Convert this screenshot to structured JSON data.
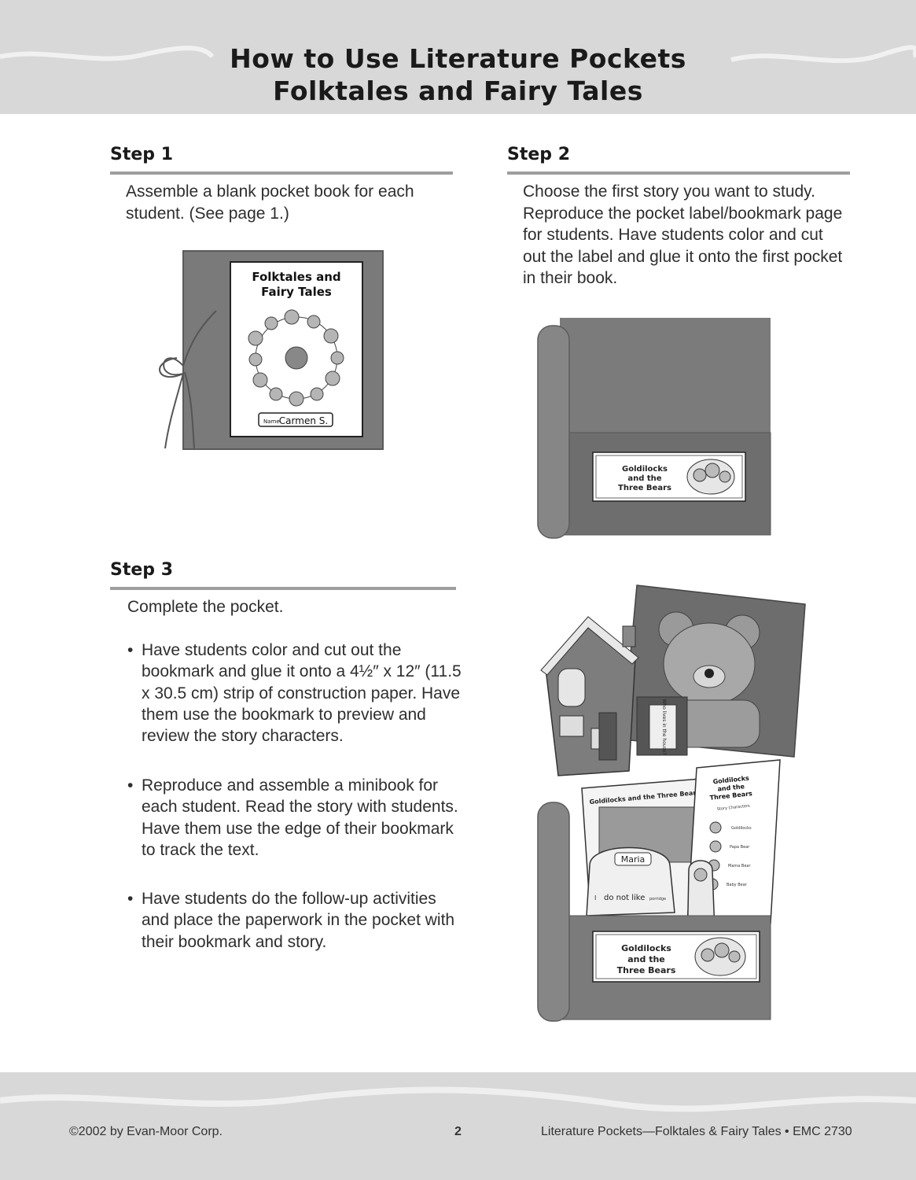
{
  "header": {
    "title_line1": "How to Use Literature Pockets",
    "title_line2": "Folktales and Fairy Tales"
  },
  "step1": {
    "heading": "Step 1",
    "text": "Assemble a blank pocket book for each student. (See page 1.)",
    "cover_title_line1": "Folktales and",
    "cover_title_line2": "Fairy Tales",
    "cover_name": "Carmen S."
  },
  "step2": {
    "heading": "Step 2",
    "text": "Choose the first story you want to study. Reproduce the pocket label/bookmark page for students. Have students color and cut out the label and glue it onto the first pocket in their book.",
    "label_line1": "Goldilocks",
    "label_line2": "and the",
    "label_line3": "Three Bears"
  },
  "step3": {
    "heading": "Step 3",
    "intro": "Complete the pocket.",
    "bullets": [
      "Have students color and cut out the bookmark and glue it onto a 4½″ x 12″ (11.5 x 30.5 cm) strip of construction paper. Have them use the bookmark to preview and review the story characters.",
      "Reproduce and assemble a minibook for each student. Read the story with students. Have them use the edge of their bookmark to track the text.",
      "Have students do the follow-up activities and place the paperwork in the pocket with their bookmark and story."
    ],
    "photo": {
      "house_note": "Who lives in the house?",
      "minibook_title": "Goldilocks and the Three Bears",
      "bookmark_title_line1": "Goldilocks",
      "bookmark_title_line2": "and the",
      "bookmark_title_line3": "Three Bears",
      "bookmark_subtitle": "Story Characters",
      "bookmark_items": [
        "Goldilocks",
        "Papa Bear",
        "Mama Bear",
        "Baby Bear"
      ],
      "worksheet_name": "Maria",
      "worksheet_line_start": "I",
      "worksheet_line_words": "do not like",
      "worksheet_line_end": "porridge",
      "label_line1": "Goldilocks",
      "label_line2": "and the",
      "label_line3": "Three Bears"
    }
  },
  "footer": {
    "copyright": "©2002 by Evan-Moor Corp.",
    "page_number": "2",
    "series": "Literature Pockets—Folktales & Fairy Tales • EMC 2730"
  }
}
